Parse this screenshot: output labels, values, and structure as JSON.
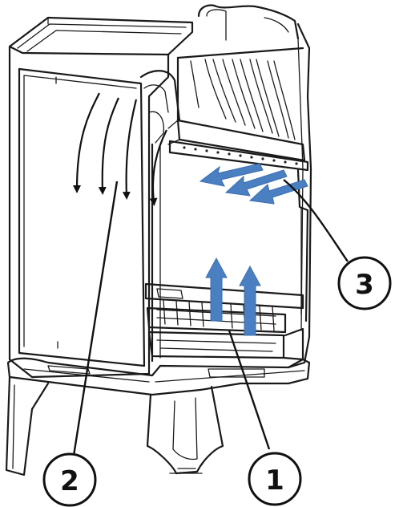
{
  "callouts": [
    {
      "id": "1",
      "label": "1"
    },
    {
      "id": "2",
      "label": "2"
    },
    {
      "id": "3",
      "label": "3"
    }
  ],
  "colors": {
    "airflow_arrow": "#4a7fc1",
    "outline": "#1a1a1a",
    "background": "#ffffff"
  },
  "icons": {
    "primary_air_arrows": "up-arrow-icon",
    "secondary_air_arrows": "left-arrow-icon",
    "window_airwash_arrows": "down-curved-arrow-icon"
  }
}
